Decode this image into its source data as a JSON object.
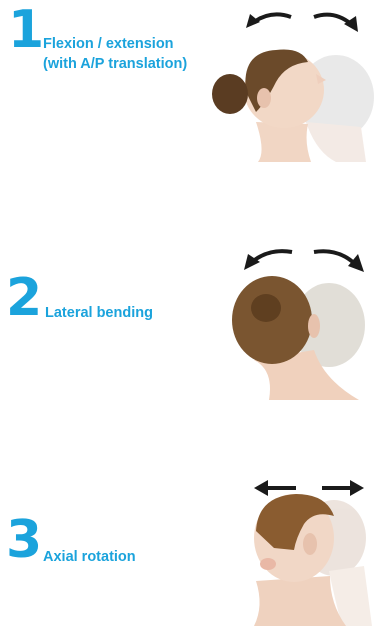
{
  "accent_color": "#1ba3dc",
  "items": [
    {
      "number": "1",
      "label_line1": "Flexion / extension",
      "label_line2": "(with A/P translation)",
      "icon": "head-flexion-extension-illustration"
    },
    {
      "number": "2",
      "label_line1": "Lateral bending",
      "icon": "head-lateral-bending-illustration"
    },
    {
      "number": "3",
      "label_line1": "Axial rotation",
      "icon": "head-axial-rotation-illustration"
    }
  ]
}
